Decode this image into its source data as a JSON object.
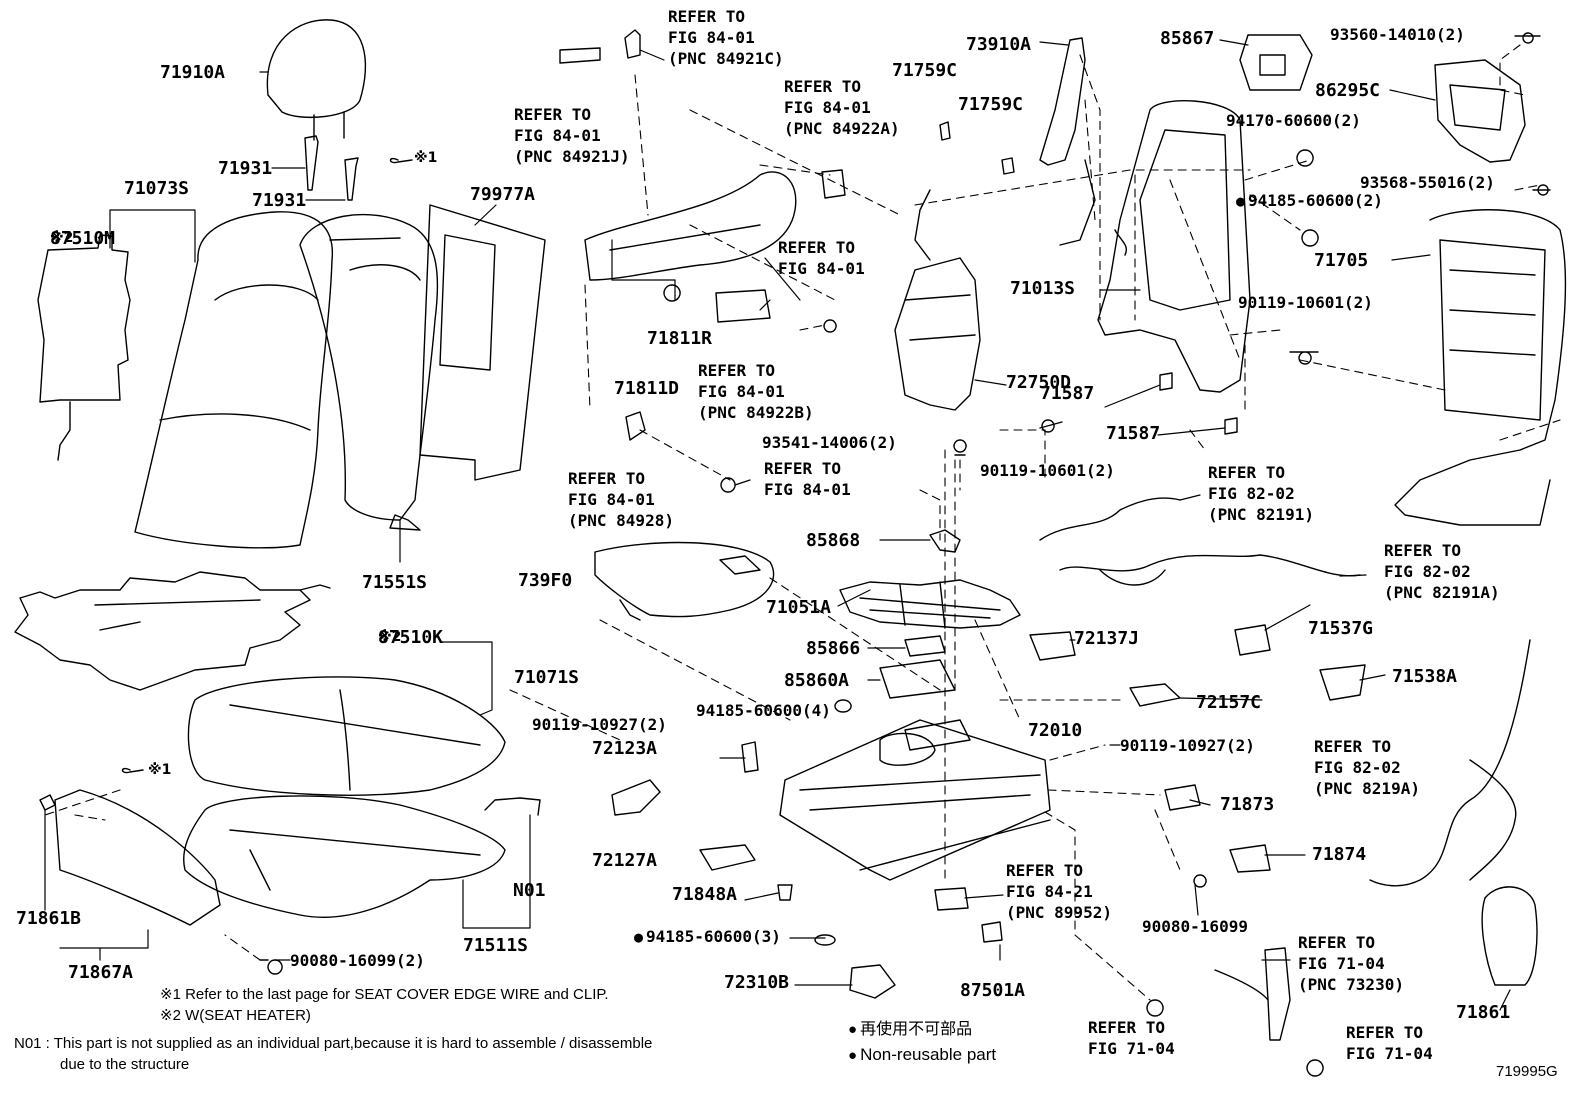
{
  "labels": {
    "p71910A": "71910A",
    "p71931a": "71931",
    "p71931b": "71931",
    "p71073S": "71073S",
    "p87510M": "87510M",
    "p79977A": "79977A",
    "p71551S": "71551S",
    "p87510K": "87510K",
    "p71071S": "71071S",
    "p71861B": "71861B",
    "p71867A": "71867A",
    "p90080_16099_2": "90080-16099(2)",
    "p71511S": "71511S",
    "pN01": "N01",
    "p71811R": "71811R",
    "p71811D": "71811D",
    "p739F0": "739F0",
    "p93541": "93541-14006(2)",
    "p85868": "85868",
    "p71051A": "71051A",
    "p85866": "85866",
    "p85860A": "85860A",
    "p94185_4": "94185-60600(4)",
    "p90119_10927_a": "90119-10927(2)",
    "p72123A": "72123A",
    "p72127A": "72127A",
    "p71848A": "71848A",
    "p94185_3": "94185-60600(3)",
    "p72310B": "72310B",
    "p71759Ca": "71759C",
    "p71759Cb": "71759C",
    "p73910A": "73910A",
    "p71013S": "71013S",
    "p72750D": "72750D",
    "p71587a": "71587",
    "p71587b": "71587",
    "p90119_10601_a": "90119-10601(2)",
    "p72137J": "72137J",
    "p72157C": "72157C",
    "p72010": "72010",
    "p90119_10927_b": "90119-10927(2)",
    "p71873": "71873",
    "p71874": "71874",
    "p90080_16099": "90080-16099",
    "p87501A": "87501A",
    "p85867": "85867",
    "p93560": "93560-14010(2)",
    "p86295C": "86295C",
    "p94170": "94170-60600(2)",
    "p93568": "93568-55016(2)",
    "p94185_2": "94185-60600(2)",
    "p71705": "71705",
    "p90119_10601_b": "90119-10601(2)",
    "p71537G": "71537G",
    "p71538A": "71538A",
    "p71861": "71861"
  },
  "refs": {
    "r84921C": [
      "REFER TO",
      "FIG 84-01",
      "(PNC 84921C)"
    ],
    "r84921J": [
      "REFER TO",
      "FIG 84-01",
      "(PNC 84921J)"
    ],
    "r84922A": [
      "REFER TO",
      "FIG 84-01",
      "(PNC 84922A)"
    ],
    "r8401a": [
      "REFER TO",
      "FIG 84-01"
    ],
    "r84922B": [
      "REFER TO",
      "FIG 84-01",
      "(PNC 84922B)"
    ],
    "r84928": [
      "REFER TO",
      "FIG 84-01",
      "(PNC 84928)"
    ],
    "r8401b": [
      "REFER TO",
      "FIG 84-01"
    ],
    "r82191": [
      "REFER TO",
      "FIG 82-02",
      "(PNC 82191)"
    ],
    "r82191A": [
      "REFER TO",
      "FIG 82-02",
      "(PNC 82191A)"
    ],
    "r8219A": [
      "REFER TO",
      "FIG 82-02",
      "(PNC 8219A)"
    ],
    "r89952": [
      "REFER TO",
      "FIG 84-21",
      "(PNC 89952)"
    ],
    "r73230": [
      "REFER TO",
      "FIG 71-04",
      "(PNC 73230)"
    ],
    "r7104a": [
      "REFER TO",
      "FIG 71-04"
    ],
    "r7104b": [
      "REFER TO",
      "FIG 71-04"
    ]
  },
  "marks": {
    "x1": "※1",
    "x2": "※2"
  },
  "notes": {
    "note1": "※1  Refer to the last page for SEAT COVER EDGE WIRE and CLIP.",
    "note2": "※2  W(SEAT HEATER)",
    "n01_line1": "N01 : This part is not supplied as an individual part,because it is hard to assemble / disassemble",
    "n01_line2": "due to the structure",
    "legend_jp": "再使用不可部品",
    "legend_en": "Non-reusable part",
    "figure_id": "719995G"
  }
}
